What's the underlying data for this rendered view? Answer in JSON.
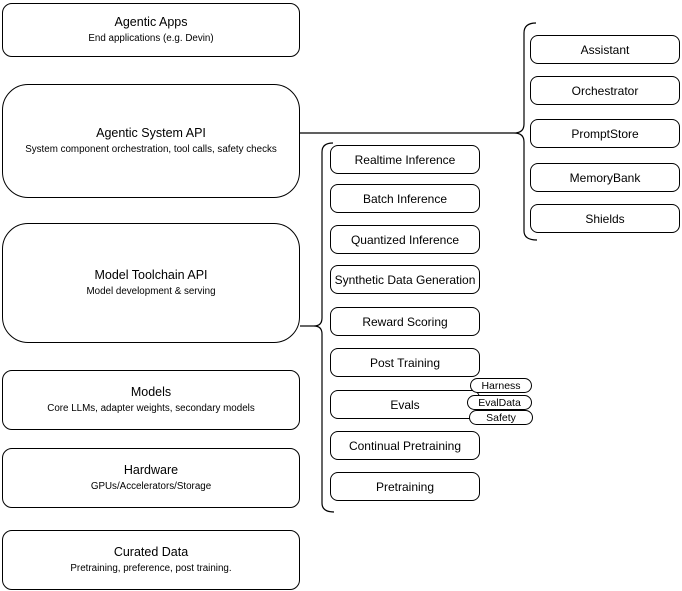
{
  "colors": {
    "background": "#ffffff",
    "stroke": "#000000",
    "text": "#000000"
  },
  "left_stack": [
    {
      "title": "Agentic Apps",
      "subtitle": "End applications (e.g. Devin)"
    },
    {
      "title": "Agentic System API",
      "subtitle": "System component orchestration, tool calls, safety checks"
    },
    {
      "title": "Model Toolchain API",
      "subtitle": "Model development & serving"
    },
    {
      "title": "Models",
      "subtitle": "Core LLMs, adapter weights, secondary models"
    },
    {
      "title": "Hardware",
      "subtitle": "GPUs/Accelerators/Storage"
    },
    {
      "title": "Curated Data",
      "subtitle": "Pretraining, preference, post training."
    }
  ],
  "toolchain_items": [
    "Realtime Inference",
    "Batch Inference",
    "Quantized Inference",
    "Synthetic Data Generation",
    "Reward Scoring",
    "Post Training",
    "Evals",
    "Continual Pretraining",
    "Pretraining"
  ],
  "eval_tags": [
    "Harness",
    "EvalData",
    "Safety"
  ],
  "system_components": [
    "Assistant",
    "Orchestrator",
    "PromptStore",
    "MemoryBank",
    "Shields"
  ]
}
